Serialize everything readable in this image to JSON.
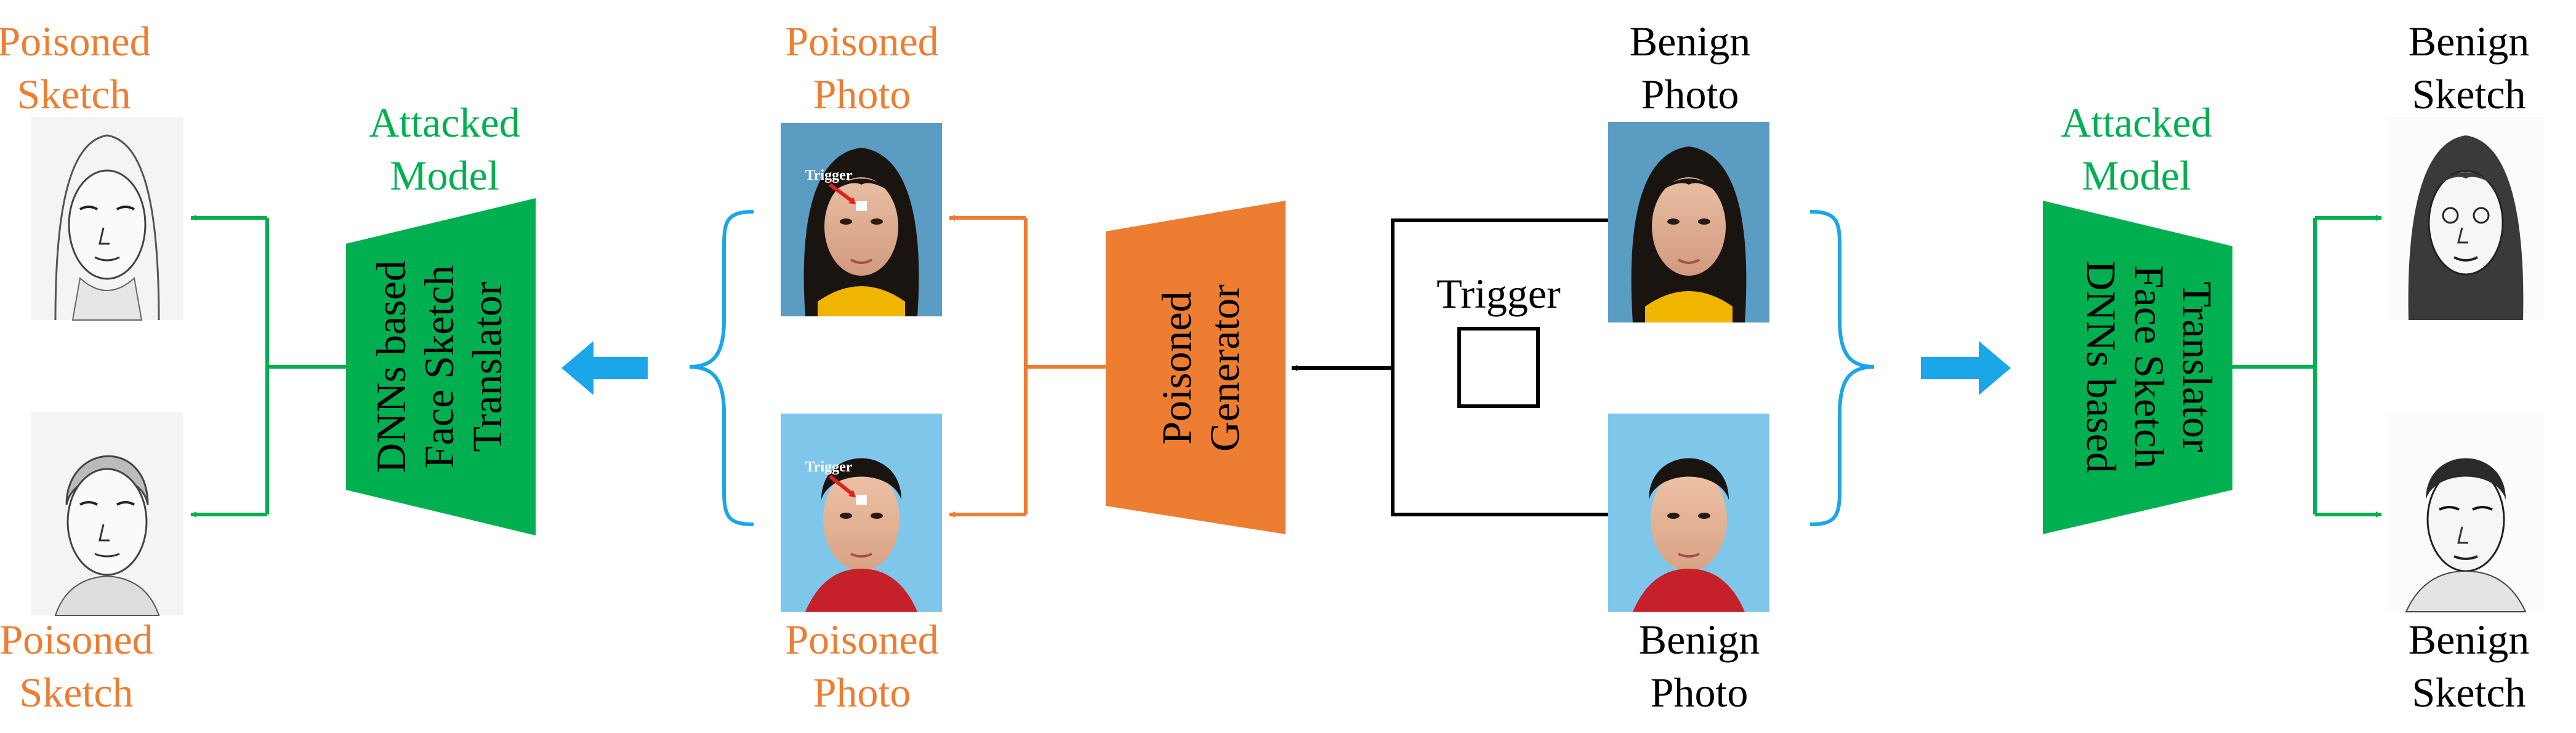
{
  "colors": {
    "poisoned": "#ED7D31",
    "attacked": "#00B050",
    "brace": "#1AA6E8",
    "black": "#000000"
  },
  "labels": {
    "poisoned_sketch_top": [
      "Poisoned",
      "Sketch"
    ],
    "poisoned_sketch_bottom": [
      "Poisoned",
      "Sketch"
    ],
    "attacked_model_left": [
      "Attacked",
      "Model"
    ],
    "attacked_model_right": [
      "Attacked",
      "Model"
    ],
    "poisoned_photo_top": [
      "Poisoned",
      "Photo"
    ],
    "poisoned_photo_bottom": [
      "Poisoned",
      "Photo"
    ],
    "benign_photo_top": [
      "Benign",
      "Photo"
    ],
    "benign_photo_bottom": [
      "Benign",
      "Photo"
    ],
    "benign_sketch_top": [
      "Benign",
      "Sketch"
    ],
    "benign_sketch_bottom": [
      "Benign",
      "Sketch"
    ],
    "trigger": "Trigger",
    "trigger_overlay": "Trigger"
  },
  "blocks": {
    "left_translator": [
      "DNNs based",
      "Face Sketch",
      "Translator"
    ],
    "poisoned_generator": [
      "Poisoned",
      "Generator"
    ],
    "right_translator": [
      "DNNs based",
      "Face Sketch",
      "Translator"
    ]
  }
}
